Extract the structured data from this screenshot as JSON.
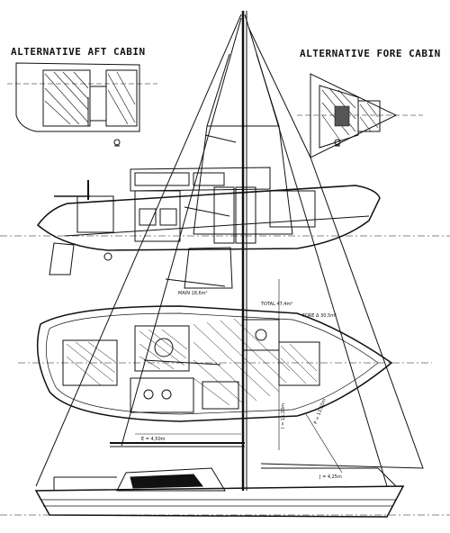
{
  "labels": {
    "aft_cabin": "ALTERNATIVE AFT CABIN",
    "fore_cabin": "ALTERNATIVE FORE CABIN"
  },
  "dimensions": {
    "main_area": "MAIN 18,6m²",
    "fore_area": "FORE Δ 30,5m²",
    "total_area": "TOTAL 47,4m²",
    "e": "E = 4,50m",
    "j": "J = 4,25m",
    "i": "I = 15,30m",
    "p": "P = 13,50m"
  },
  "colors": {
    "ink": "#111111",
    "paper": "#ffffff"
  }
}
